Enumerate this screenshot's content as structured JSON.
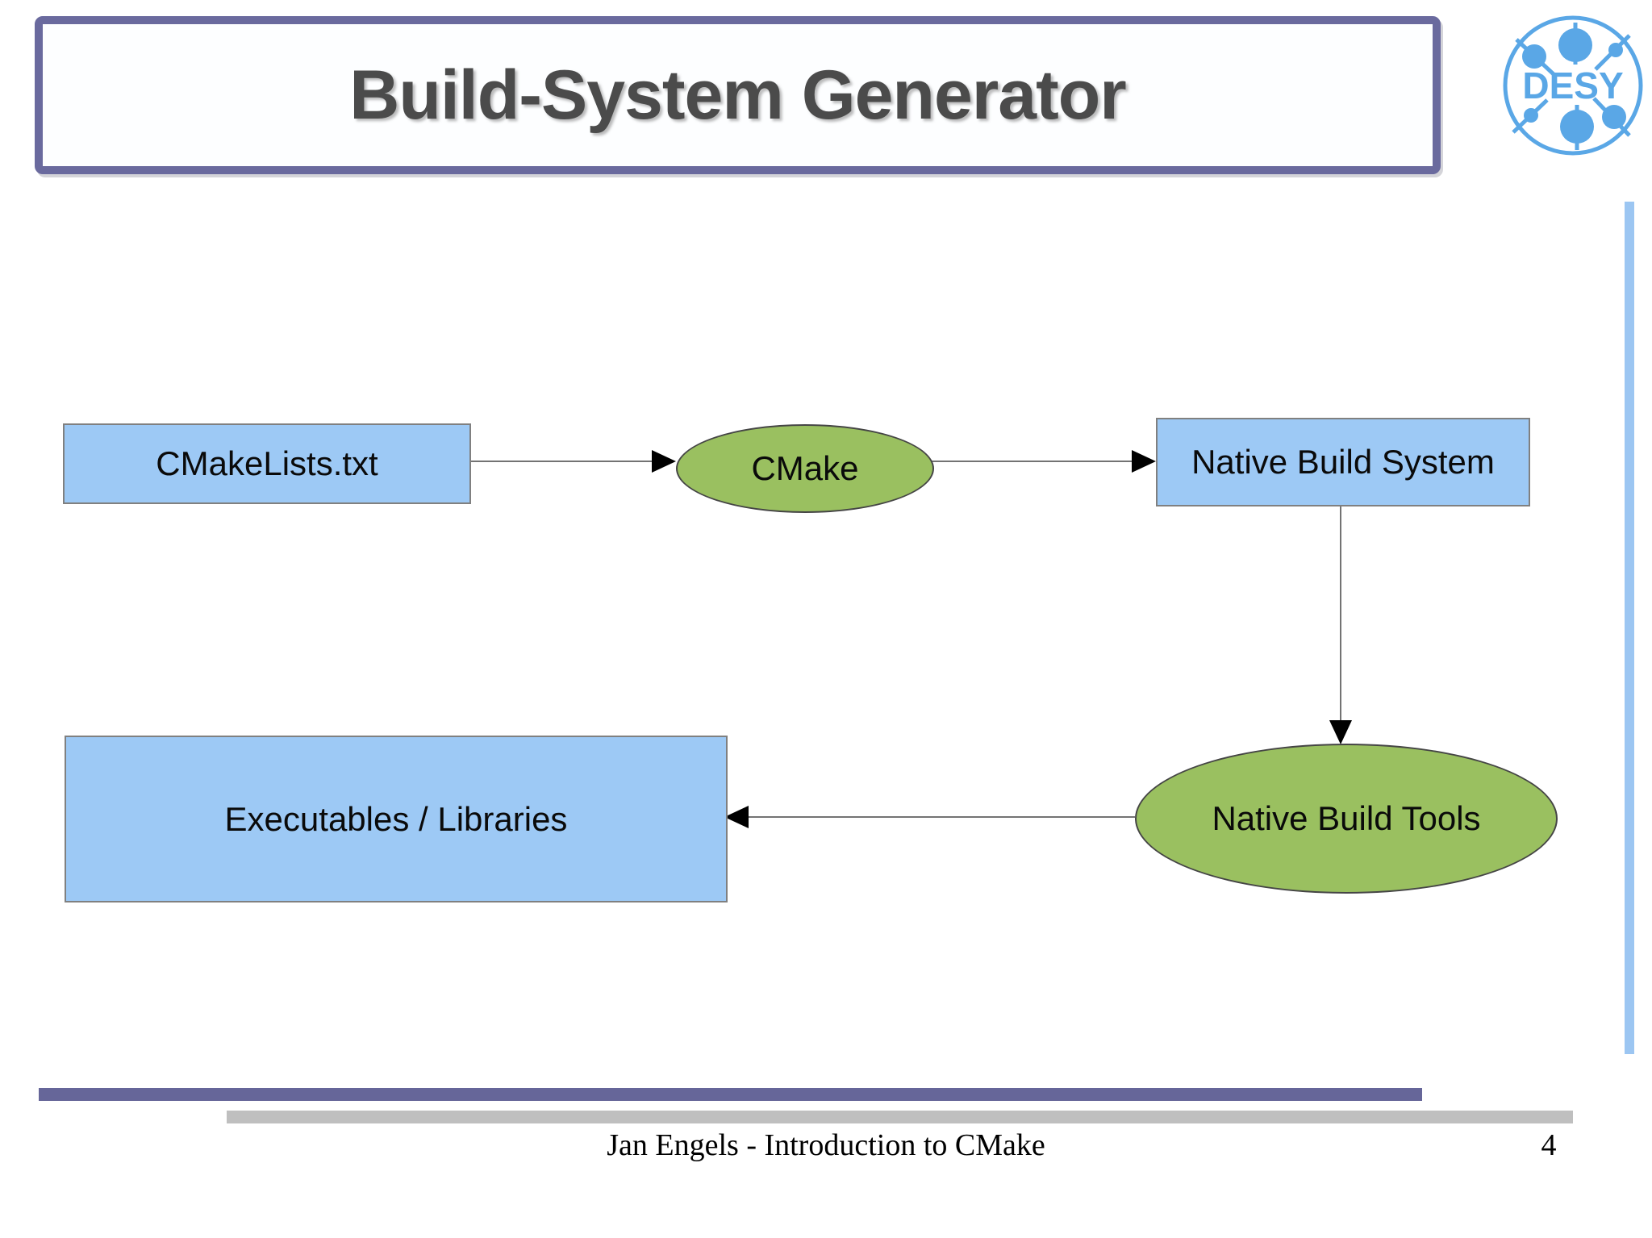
{
  "slide": {
    "title": "Build-System Generator",
    "footer_text": "Jan Engels - Introduction to CMake",
    "page_number": "4"
  },
  "logo": {
    "text": "DESY",
    "color": "#5AA7E6"
  },
  "diagram": {
    "nodes": {
      "cmakelists": {
        "label": "CMakeLists.txt",
        "shape": "rectangle"
      },
      "cmake": {
        "label": "CMake",
        "shape": "ellipse"
      },
      "native_build_system": {
        "label": "Native Build System",
        "shape": "rectangle"
      },
      "native_build_tools": {
        "label": "Native Build Tools",
        "shape": "ellipse"
      },
      "executables_libraries": {
        "label": "Executables / Libraries",
        "shape": "rectangle"
      }
    },
    "edges": [
      {
        "from": "cmakelists",
        "to": "cmake",
        "direction": "right"
      },
      {
        "from": "cmake",
        "to": "native_build_system",
        "direction": "right"
      },
      {
        "from": "native_build_system",
        "to": "native_build_tools",
        "direction": "down"
      },
      {
        "from": "native_build_tools",
        "to": "executables_libraries",
        "direction": "left"
      }
    ],
    "colors": {
      "rectangle_fill": "#9DC9F5",
      "rectangle_border": "#808080",
      "ellipse_fill": "#9AC060",
      "ellipse_border": "#454545",
      "connector": "#737373",
      "arrowhead": "#000000"
    }
  },
  "theme": {
    "accent_purple": "#6A6A9E",
    "footer_bar_purple": "#666699",
    "footer_bar_gray": "#BFBFBF",
    "side_bar_blue": "#9CC6F2",
    "title_color": "#4B4B4B"
  }
}
